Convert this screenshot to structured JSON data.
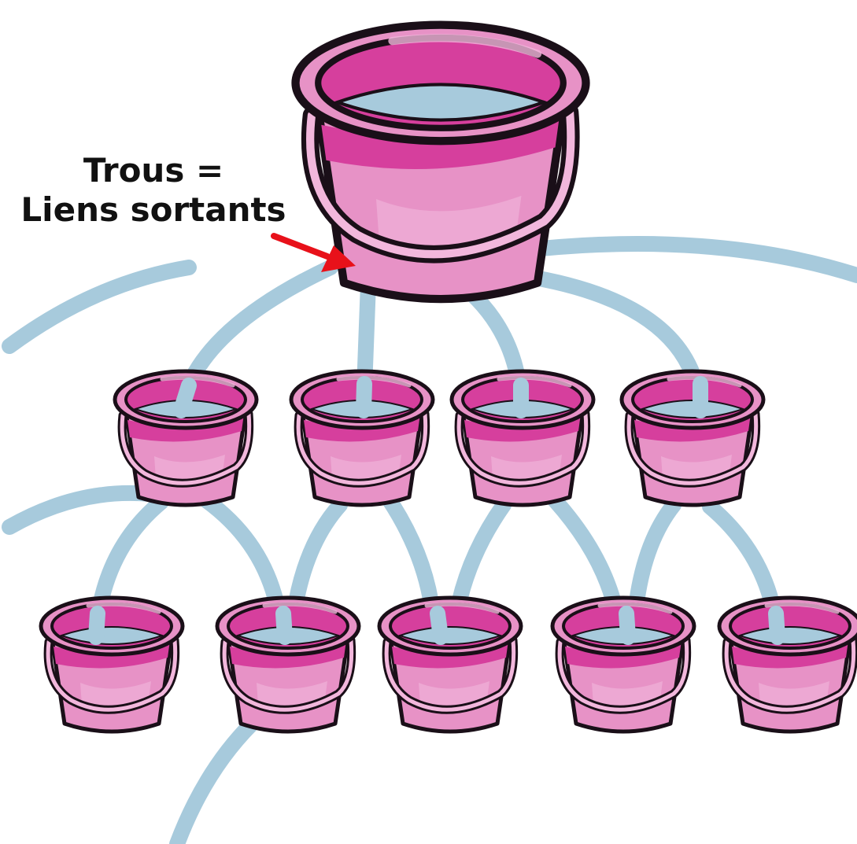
{
  "caption": {
    "line1": "Trous =",
    "line2": "Liens sortants"
  },
  "colors": {
    "bucket_body": "#e792c6",
    "bucket_dark": "#d63f9d",
    "bucket_light": "#f2b7dc",
    "water": "#a7cadc",
    "outline": "#1a0f18",
    "arrow": "#e8111a"
  },
  "icons": {
    "bucket": "bucket-icon",
    "arrow": "arrow-icon"
  },
  "structure": {
    "levels": [
      1,
      4,
      5
    ],
    "flows": [
      {
        "from": "top",
        "to": "mid-1"
      },
      {
        "from": "top",
        "to": "mid-2"
      },
      {
        "from": "top",
        "to": "mid-3"
      },
      {
        "from": "top",
        "to": "mid-4"
      },
      {
        "from": "mid-1",
        "to": "bottom-1"
      },
      {
        "from": "mid-1",
        "to": "bottom-2"
      },
      {
        "from": "mid-2",
        "to": "bottom-2"
      },
      {
        "from": "mid-2",
        "to": "bottom-3"
      },
      {
        "from": "mid-3",
        "to": "bottom-3"
      },
      {
        "from": "mid-3",
        "to": "bottom-4"
      },
      {
        "from": "mid-4",
        "to": "bottom-4"
      },
      {
        "from": "mid-4",
        "to": "bottom-5"
      }
    ]
  }
}
